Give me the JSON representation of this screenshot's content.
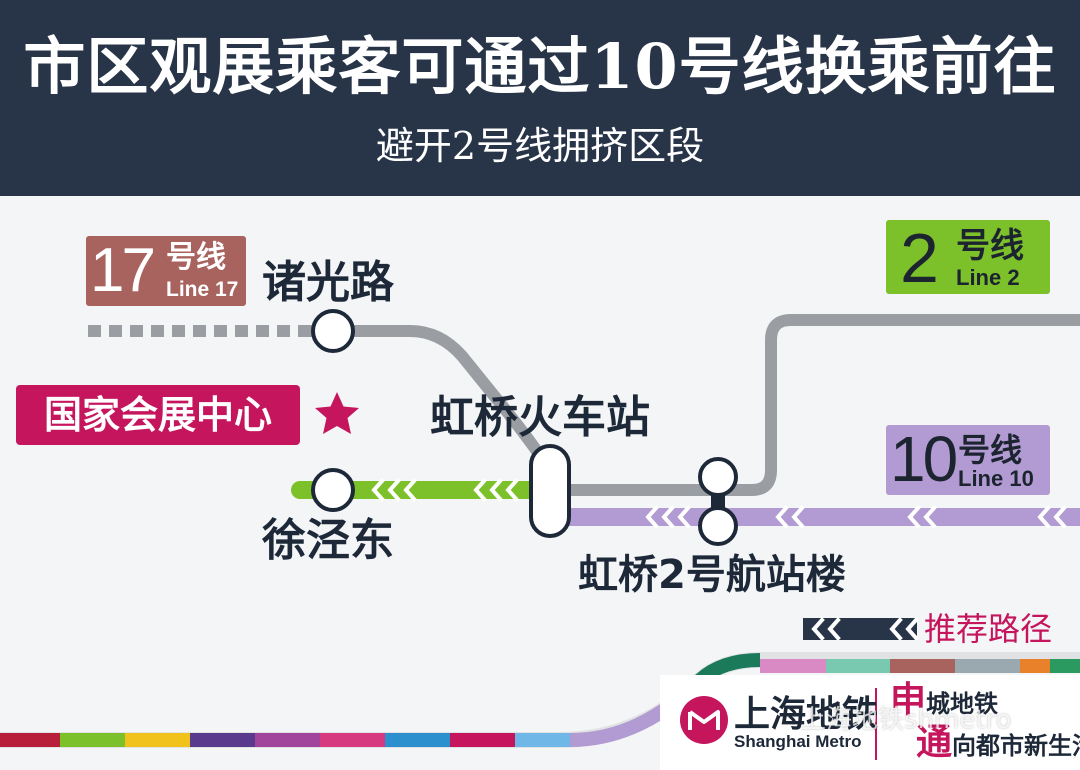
{
  "header": {
    "title": "市区观展乘客可通过10号线换乘前往",
    "subtitle": "避开2号线拥挤区段"
  },
  "lines": {
    "line17": {
      "number": "17",
      "cn": "号线",
      "en": "Line 17",
      "color": "#a8635f"
    },
    "line2": {
      "number": "2",
      "cn": "号线",
      "en": "Line 2",
      "color": "#7cc02a"
    },
    "line10": {
      "number": "10",
      "cn": "号线",
      "en": "Line 10",
      "color": "#b29bd2"
    }
  },
  "stations": {
    "zhuguang": "诸光路",
    "hongqiao_railway": "虹桥火车站",
    "xujing_east": "徐泾东",
    "hongqiao_t2": "虹桥2号航站楼"
  },
  "landmark": {
    "label": "国家会展中心",
    "color": "#c4155d",
    "icon": "star-icon"
  },
  "legend": {
    "label": "推荐路径",
    "icon": "chevron-left-icon"
  },
  "footer": {
    "logo_cn": "上海地铁",
    "logo_en": "Shanghai Metro",
    "slogan_line1_first": "申",
    "slogan_line1_rest": "城地铁",
    "slogan_line2_first": "通",
    "slogan_line2_rest": "向都市新生活",
    "watermark": "上海地铁shmetro"
  },
  "colors": {
    "header_bg": "#283548",
    "accent": "#c4155d",
    "track_gray": "#9a9ea3"
  }
}
